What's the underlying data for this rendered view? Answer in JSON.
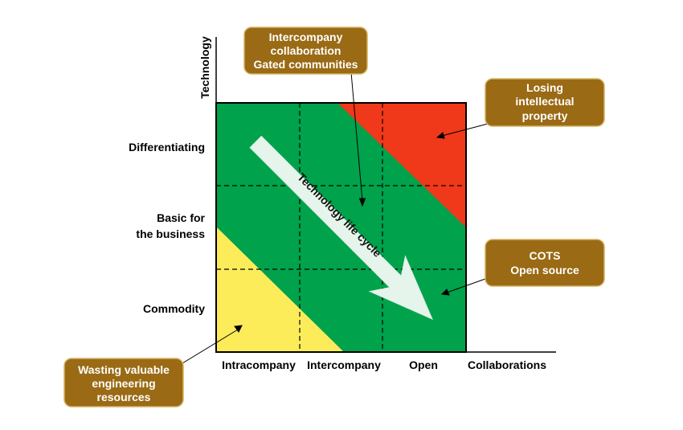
{
  "axes": {
    "y_title": "Technology",
    "x_title": "Collaborations"
  },
  "y_categories": [
    {
      "lines": [
        "Differentiating"
      ]
    },
    {
      "lines": [
        "Basic for",
        "the business"
      ]
    },
    {
      "lines": [
        "Commodity"
      ]
    }
  ],
  "x_categories": [
    "Intracompany",
    "Intercompany",
    "Open"
  ],
  "arrow_label": "Technology life cycle",
  "callouts": {
    "intercompany": [
      "Intercompany",
      "collaboration",
      "Gated communities"
    ],
    "losing": [
      "Losing",
      "intellectual",
      "property"
    ],
    "cots": [
      "COTS",
      "Open source"
    ],
    "wasting": [
      "Wasting valuable",
      "engineering",
      "resources"
    ]
  },
  "colors": {
    "green": "#00a24b",
    "red": "#f0381a",
    "yellow": "#fdec5a",
    "callout": "#9a6a14",
    "callout_border": "#d6b261",
    "arrow": "#e6f5ec"
  }
}
